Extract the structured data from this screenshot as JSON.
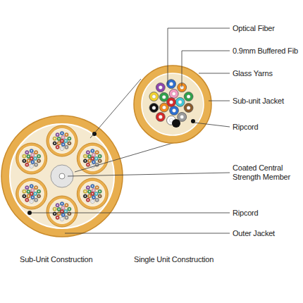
{
  "diagram": {
    "labels": [
      "Optical Fiber",
      "0.9mm Buffered Fib",
      "Glass Yarns",
      "Sub-unit Jacket",
      "Ripcord",
      "Coated Central Strength Member",
      "Ripcord",
      "Outer Jacket",
      "Sub-Unit Construction",
      "Single Unit Construction"
    ]
  }
}
